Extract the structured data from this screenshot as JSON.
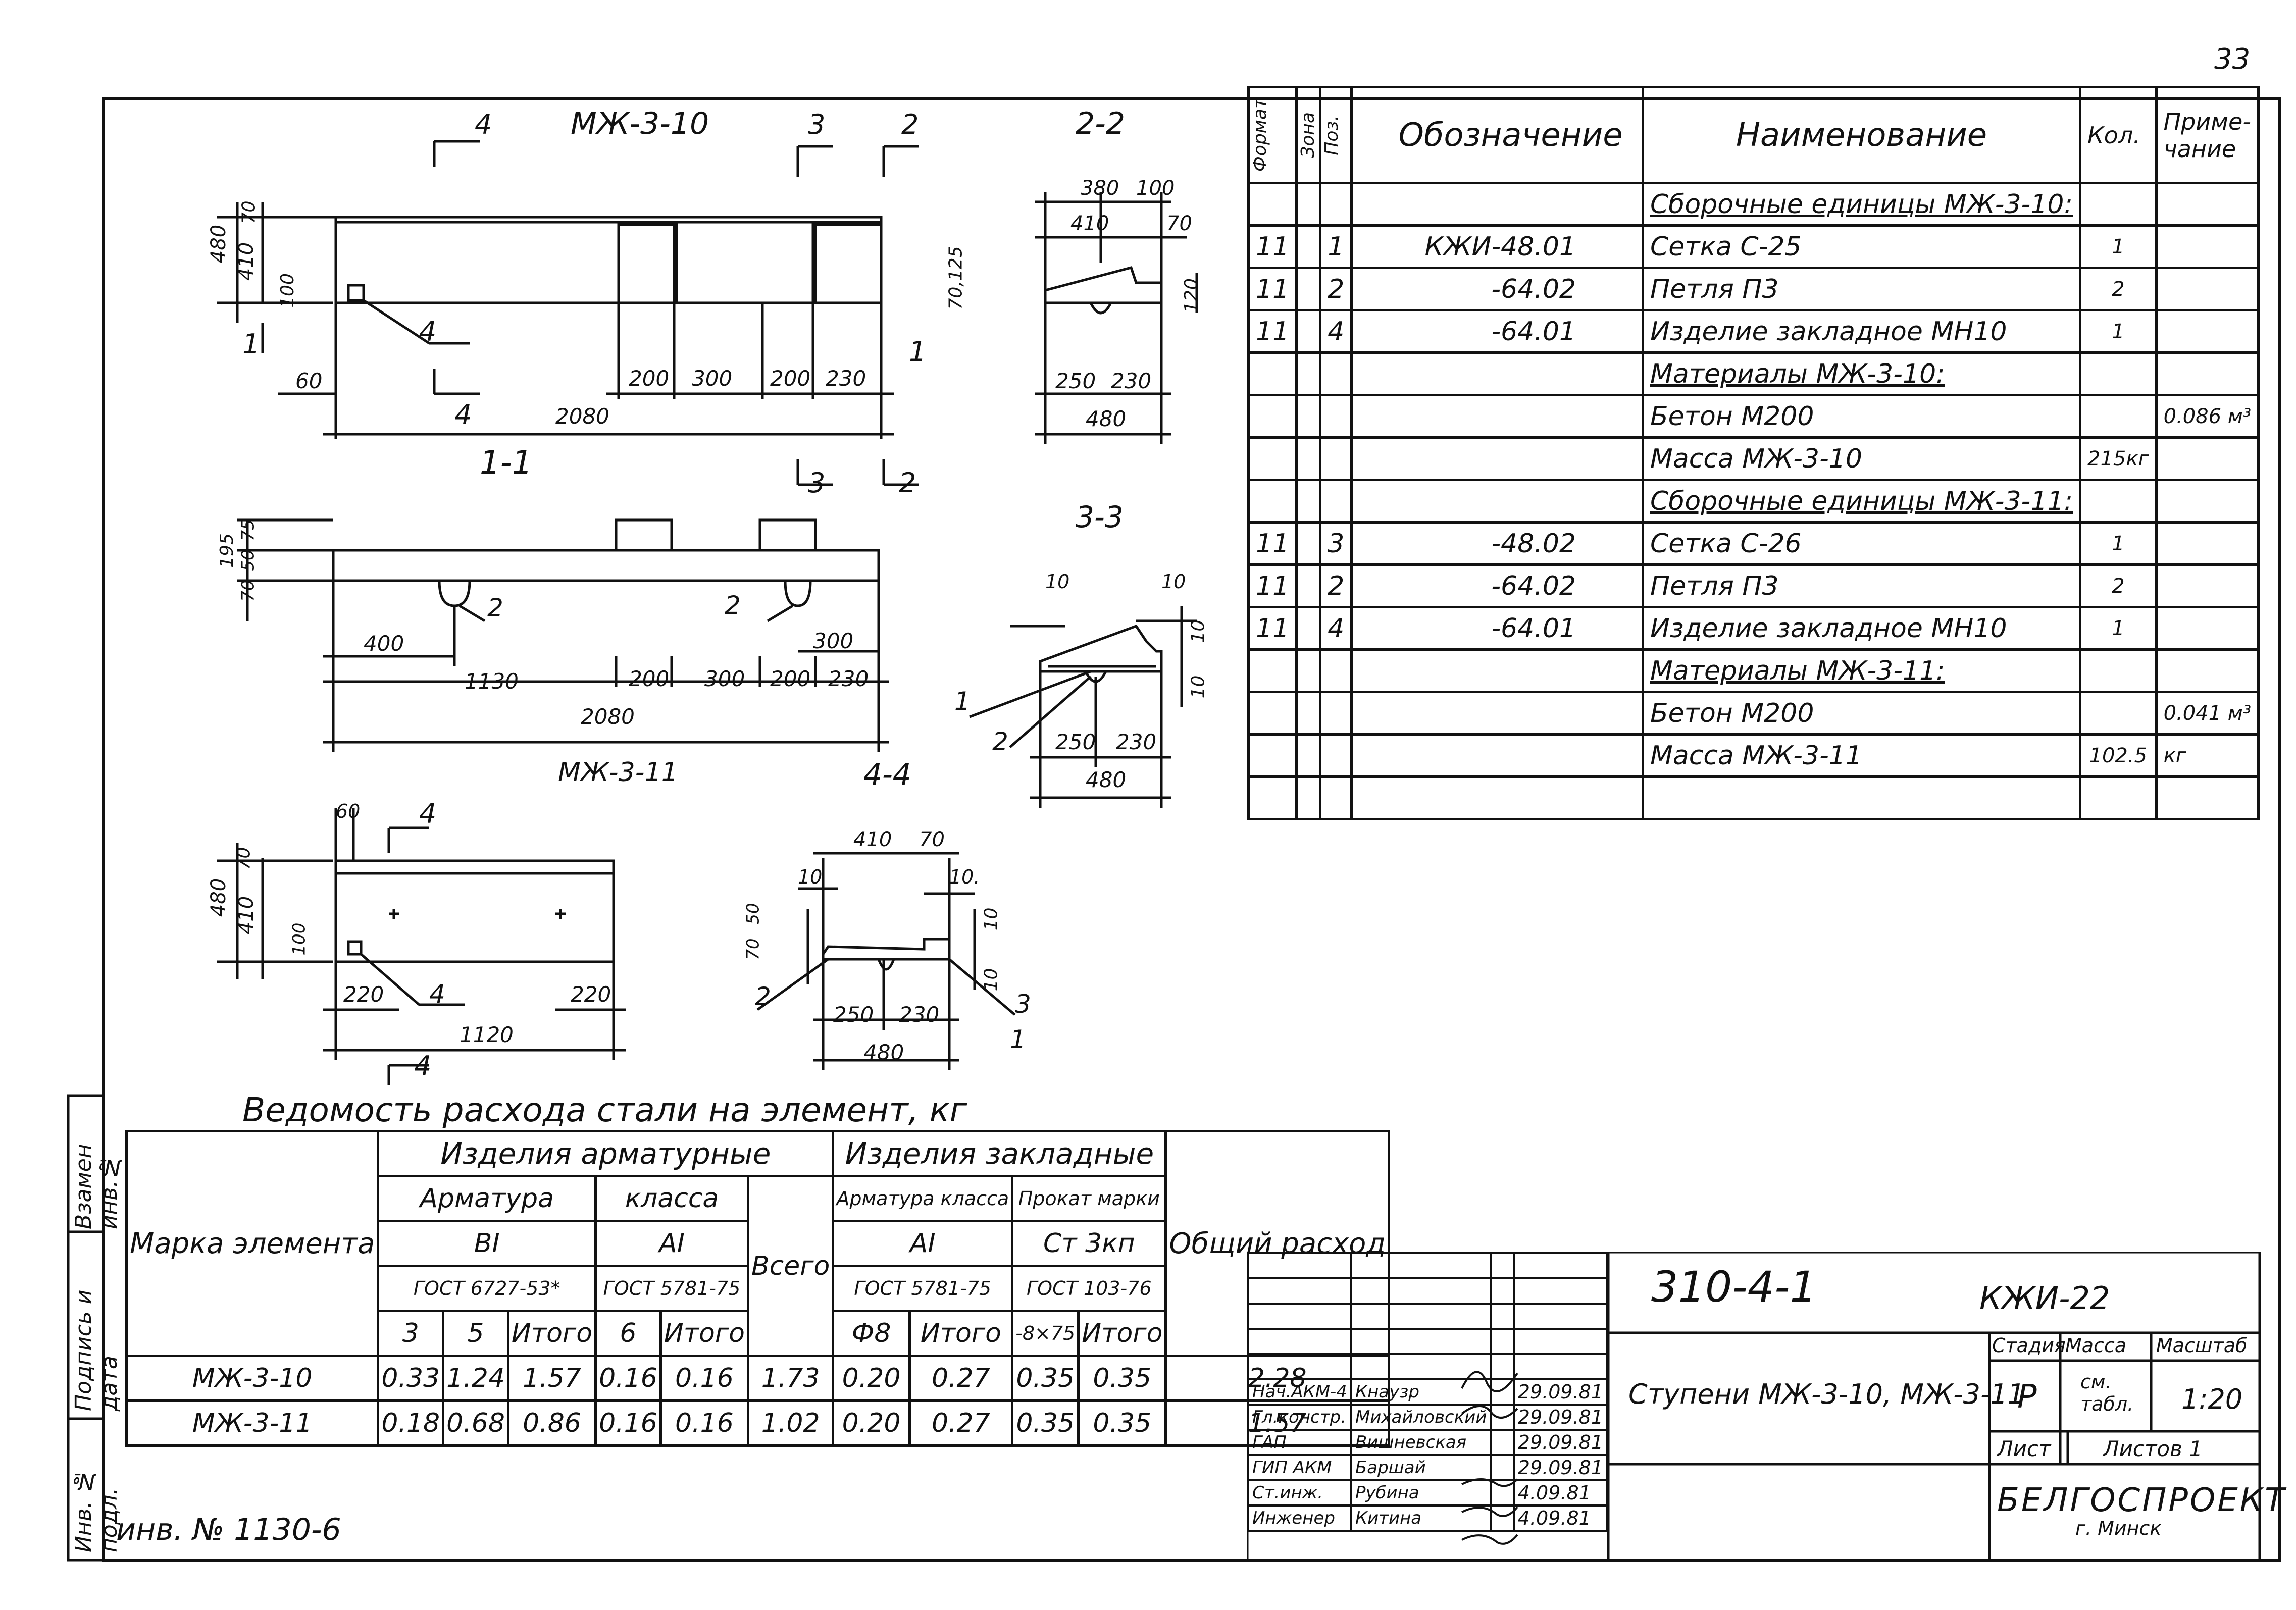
{
  "page_number": "33",
  "drawings": {
    "mzh310_title": "МЖ-3-10",
    "mzh311_title": "МЖ-3-11",
    "sec11": "1-1",
    "sec22": "2-2",
    "sec33": "3-3",
    "sec44": "4-4",
    "cut1": "1",
    "cut2": "2",
    "cut3": "3",
    "cut4": "4",
    "d_480": "480",
    "d_410": "410",
    "d_70": "70",
    "d_100": "100",
    "d_60": "60",
    "d_200": "200",
    "d_300": "300",
    "d_230": "230",
    "d_2080": "2080",
    "d_380": "380",
    "d_120": "120",
    "d_70125": "70,125",
    "d_250": "250",
    "d_195": "195",
    "d_75": "75",
    "d_50": "50",
    "d_400": "400",
    "d_1130": "1130",
    "d_300b": "300",
    "d_10": "10",
    "d_220": "220",
    "d_1120": "1120",
    "d_10dot": "10."
  },
  "steel_table": {
    "title": "Ведомость расхода стали на элемент, кг",
    "col_mark": "Марка элемента",
    "grp_armatur": "Изделия арматурные",
    "grp_zaklad": "Изделия закладные",
    "armatura": "Арматура",
    "klassa": "класса",
    "vsego": "Всего",
    "arm_klassa": "Арматура класса",
    "prokat": "Прокат марки",
    "obshchiy": "Общий расход",
    "bi": "ВI",
    "ai": "АI",
    "ai2": "АI",
    "st3kp": "Ст 3кп",
    "gost1": "ГОСТ 6727-53*",
    "gost2": "ГОСТ 5781-75",
    "gost3": "ГОСТ 5781-75",
    "gost4": "ГОСТ 103-76",
    "c3": "3",
    "c5": "5",
    "itogo1": "Итого",
    "c6": "6",
    "itogo2": "Итого",
    "phi8": "Ф8",
    "itogo3": "Итого",
    "c8x75": "-8×75",
    "itogo4": "Итого",
    "rows": [
      {
        "mark": "МЖ-3-10",
        "v1": "0.33",
        "v2": "1.24",
        "v3": "1.57",
        "v4": "0.16",
        "v5": "0.16",
        "v6": "1.73",
        "v7": "0.20",
        "v8": "0.27",
        "v9": "0.35",
        "v10": "0.35",
        "v11": "2.28"
      },
      {
        "mark": "МЖ-3-11",
        "v1": "0.18",
        "v2": "0.68",
        "v3": "0.86",
        "v4": "0.16",
        "v5": "0.16",
        "v6": "1.02",
        "v7": "0.20",
        "v8": "0.27",
        "v9": "0.35",
        "v10": "0.35",
        "v11": "1.57"
      }
    ]
  },
  "spec_table": {
    "h_format": "Формат",
    "h_zona": "Зона",
    "h_poz": "Поз.",
    "h_oboz": "Обозначение",
    "h_naim": "Наименование",
    "h_kol": "Кол.",
    "h_prim": "Приме-чание",
    "rows": [
      {
        "f": "",
        "p": "",
        "o": "",
        "n": "Сборочные единицы МЖ-3-10:",
        "k": "",
        "pr": ""
      },
      {
        "f": "11",
        "p": "1",
        "o": "КЖИ-48.01",
        "n": "Сетка С-25",
        "k": "1",
        "pr": ""
      },
      {
        "f": "11",
        "p": "2",
        "o": "-64.02",
        "n": "Петля П3",
        "k": "2",
        "pr": ""
      },
      {
        "f": "11",
        "p": "4",
        "o": "-64.01",
        "n": "Изделие закладное МН10",
        "k": "1",
        "pr": ""
      },
      {
        "f": "",
        "p": "",
        "o": "",
        "n": "Материалы МЖ-3-10:",
        "k": "",
        "pr": ""
      },
      {
        "f": "",
        "p": "",
        "o": "",
        "n": "Бетон М200",
        "k": "",
        "pr": "0.086 м³"
      },
      {
        "f": "",
        "p": "",
        "o": "",
        "n": "Масса МЖ-3-10",
        "k": "215кг",
        "pr": ""
      },
      {
        "f": "",
        "p": "",
        "o": "",
        "n": "Сборочные единицы МЖ-3-11:",
        "k": "",
        "pr": ""
      },
      {
        "f": "11",
        "p": "3",
        "o": "-48.02",
        "n": "Сетка С-26",
        "k": "1",
        "pr": ""
      },
      {
        "f": "11",
        "p": "2",
        "o": "-64.02",
        "n": "Петля П3",
        "k": "2",
        "pr": ""
      },
      {
        "f": "11",
        "p": "4",
        "o": "-64.01",
        "n": "Изделие закладное МН10",
        "k": "1",
        "pr": ""
      },
      {
        "f": "",
        "p": "",
        "o": "",
        "n": "Материалы МЖ-3-11:",
        "k": "",
        "pr": ""
      },
      {
        "f": "",
        "p": "",
        "o": "",
        "n": "Бетон М200",
        "k": "",
        "pr": "0.041 м³"
      },
      {
        "f": "",
        "p": "",
        "o": "",
        "n": "Масса МЖ-3-11",
        "k": "102.5",
        "pr": "кг"
      },
      {
        "f": "",
        "p": "",
        "o": "",
        "n": "",
        "k": "",
        "pr": ""
      }
    ]
  },
  "stamp": {
    "code": "310-4-1",
    "doc": "КЖИ-22",
    "title": "Ступени МЖ-3-10, МЖ-3-11",
    "stadiya_h": "Стадия",
    "massa_h": "Масса",
    "masshtab_h": "Масштаб",
    "stadiya": "Р",
    "massa": "см. табл.",
    "masshtab": "1:20",
    "list": "Лист",
    "listov": "Листов 1",
    "org": "БЕЛГОСПРОЕКТ",
    "city": "г. Минск",
    "people": [
      {
        "role": "Нач.АКМ-4",
        "name": "Кнаузр",
        "date": "29.09.81"
      },
      {
        "role": "Гл.констр.",
        "name": "Михайловский",
        "date": "29.09.81"
      },
      {
        "role": "ГАП",
        "name": "Вишневская",
        "date": "29.09.81"
      },
      {
        "role": "ГИП АКМ",
        "name": "Баршай",
        "date": "29.09.81"
      },
      {
        "role": "Ст.инж.",
        "name": "Рубина",
        "date": "4.09.81"
      },
      {
        "role": "Инженер",
        "name": "Китина",
        "date": "4.09.81"
      }
    ]
  },
  "side_stamp": {
    "inv_podl": "Инв. № подл.",
    "podpis": "Подпись и дата",
    "vzam": "Взамен инв.№"
  },
  "inv_no": "инв. № 1130-6"
}
